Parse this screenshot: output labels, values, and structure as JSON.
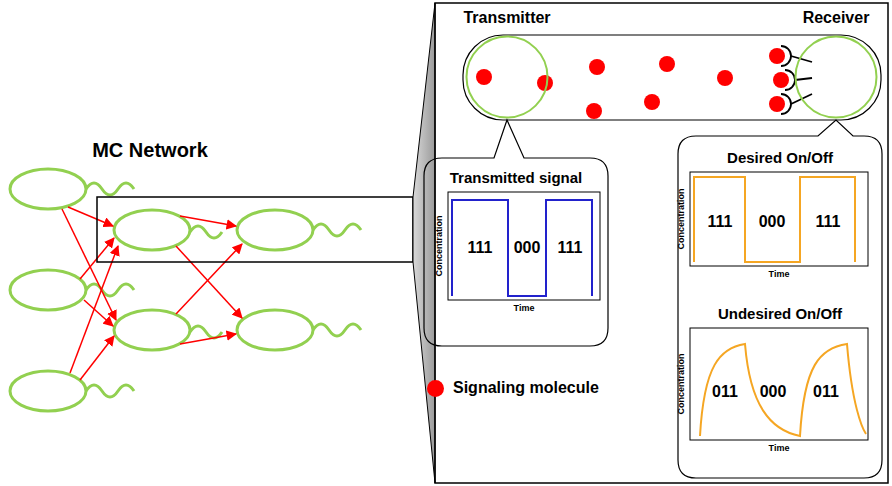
{
  "diagram": {
    "nodes": [
      {
        "text": [
          "Transmitter"
        ]
      },
      {
        "text": [
          "Receiver"
        ]
      },
      {
        "text": [
          "Transmitted signal"
        ]
      },
      {
        "text": [
          "Desired On/Off",
          "Undesired On/Off"
        ]
      }
    ],
    "labels": [
      "MC Network",
      "Concentration",
      "Time",
      "111",
      "000",
      "111",
      "Concentration",
      "Time",
      "111",
      "000",
      "111",
      "Concentration",
      "Time",
      "011",
      "000",
      "011"
    ],
    "legend": [
      {
        "text": "Signaling molecule",
        "color": "#ff0000"
      }
    ]
  }
}
